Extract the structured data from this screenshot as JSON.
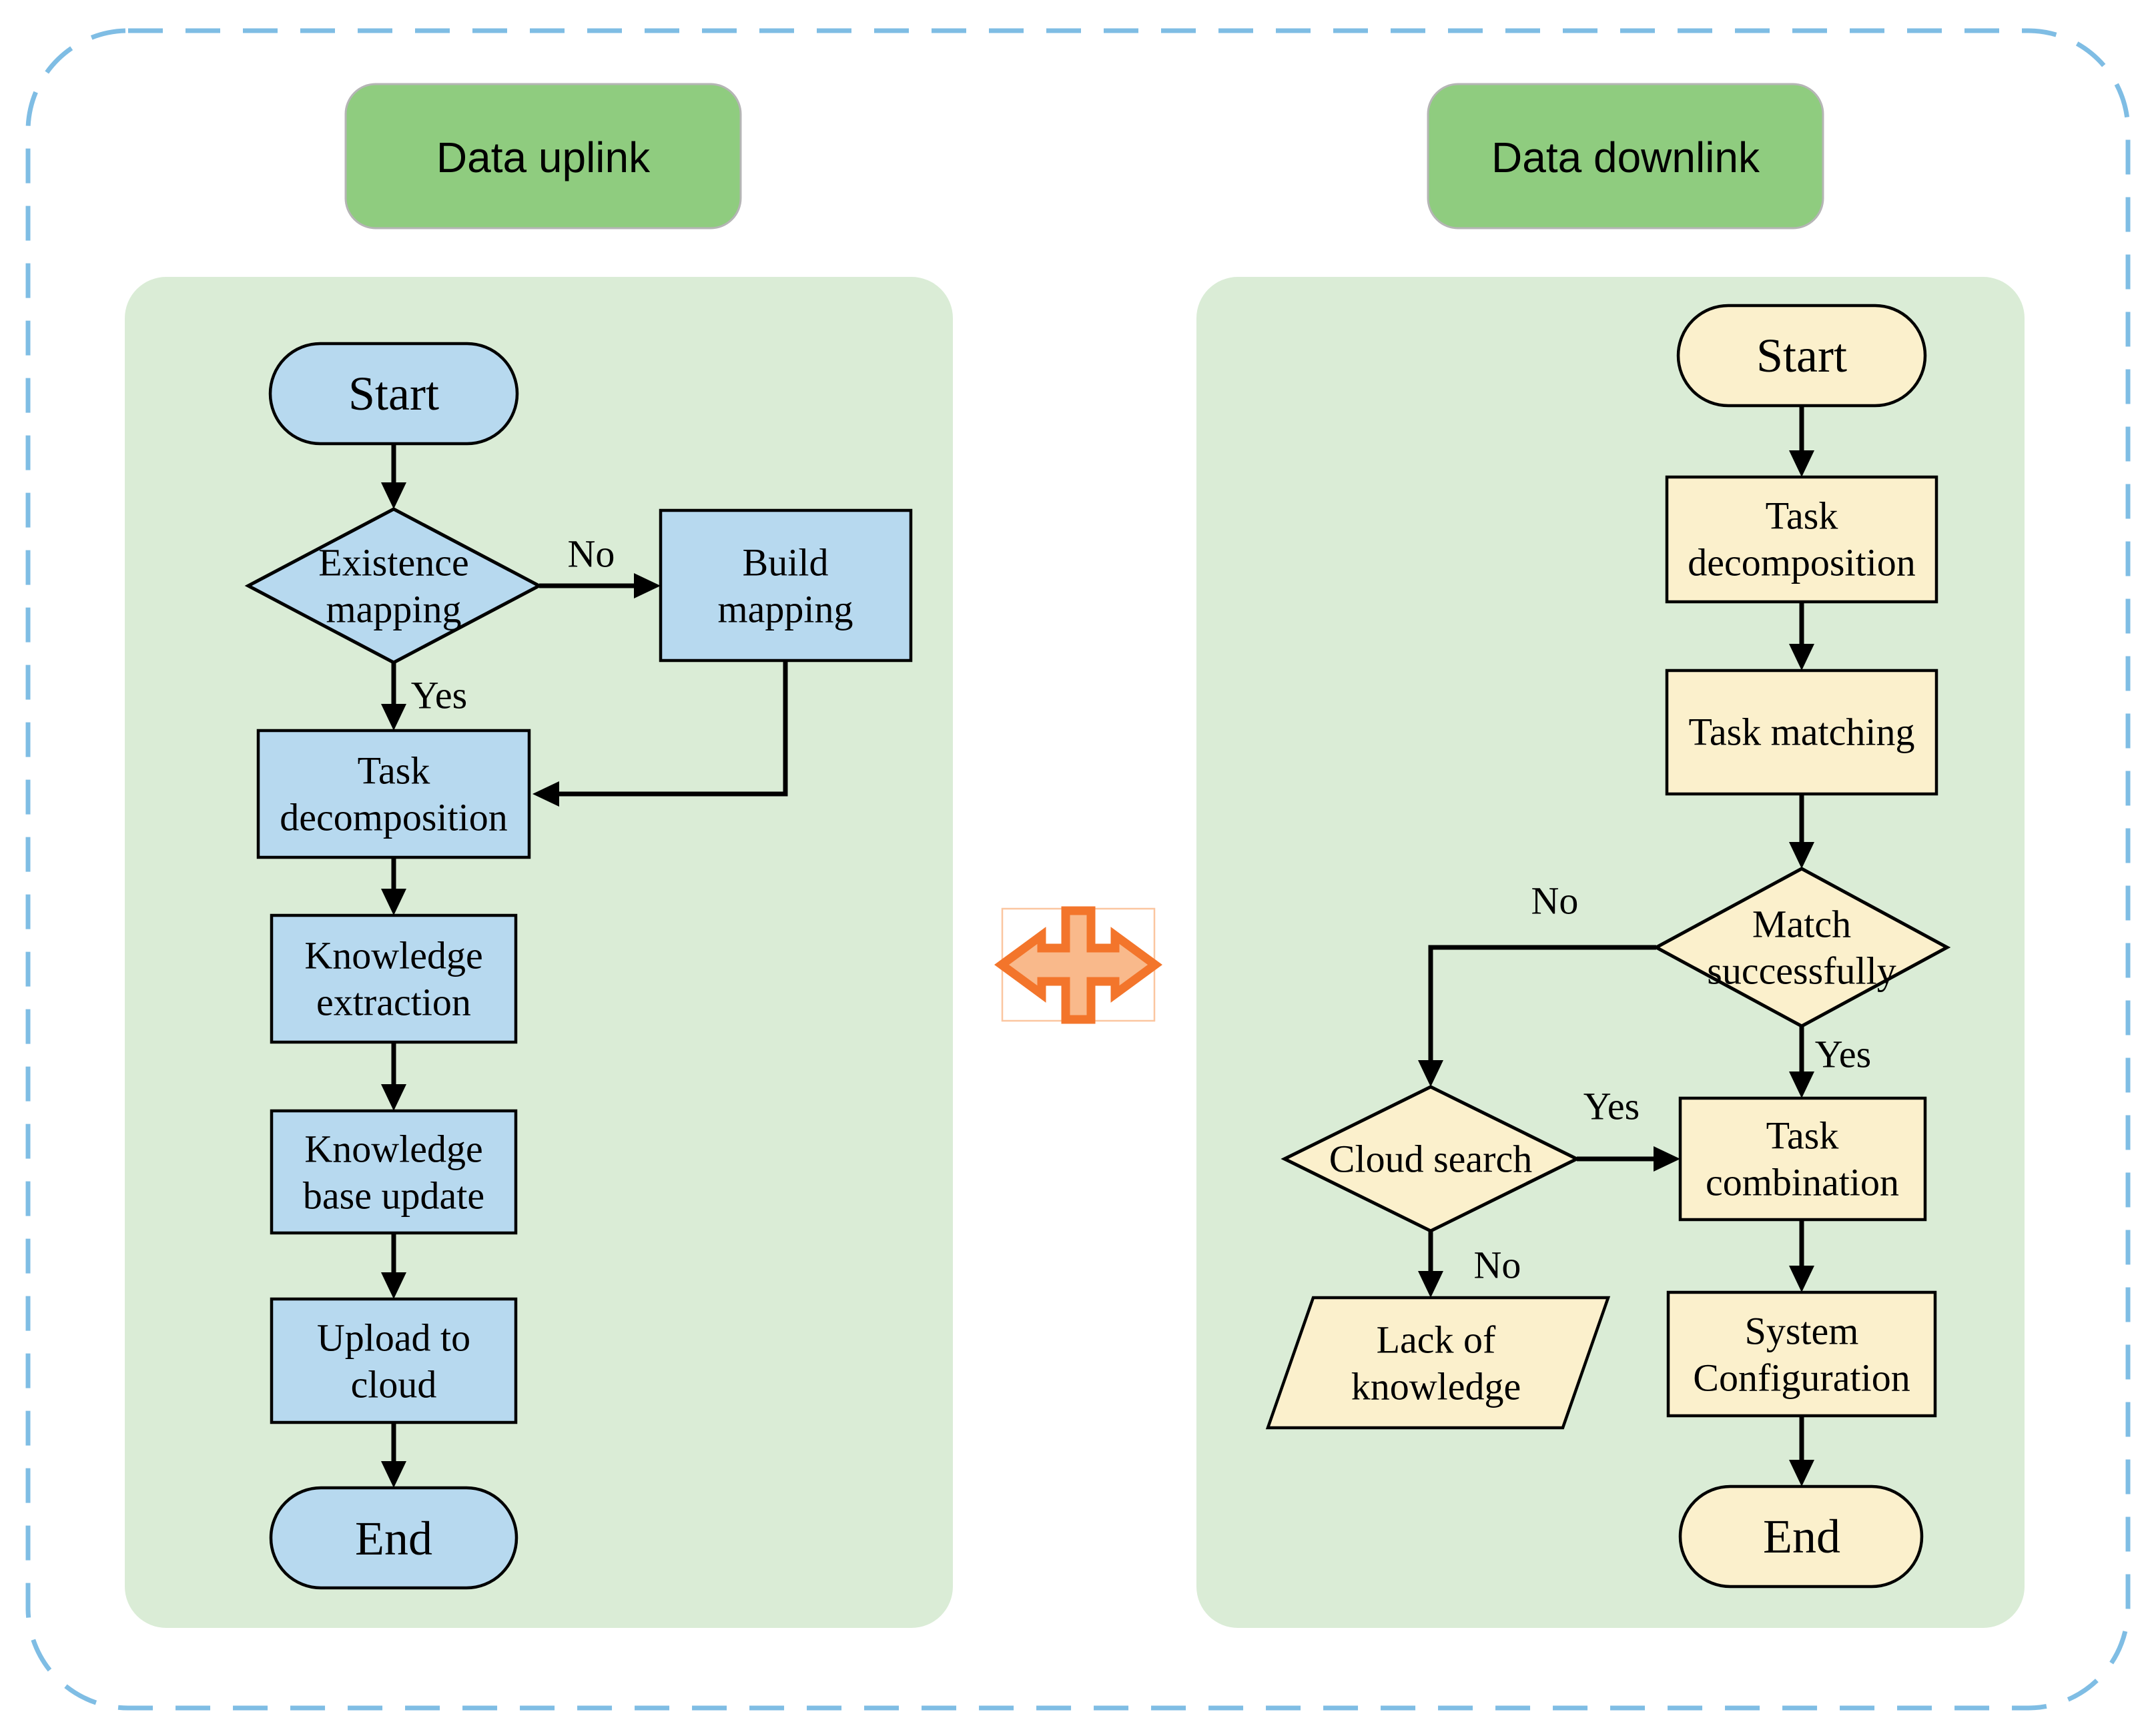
{
  "figure": {
    "type": "flowchart-pair",
    "headers": {
      "uplink": "Data uplink",
      "downlink": "Data downlink"
    },
    "uplink": {
      "start": "Start",
      "existence_mapping": [
        "Existence",
        "mapping"
      ],
      "build_mapping": [
        "Build",
        "mapping"
      ],
      "task_decomposition": [
        "Task",
        "decomposition"
      ],
      "knowledge_extraction": [
        "Knowledge",
        "extraction"
      ],
      "knowledge_base_update": [
        "Knowledge",
        "base update"
      ],
      "upload_to_cloud": [
        "Upload to",
        "cloud"
      ],
      "end": "End",
      "labels": {
        "no": "No",
        "yes": "Yes"
      }
    },
    "downlink": {
      "start": "Start",
      "task_decomposition": [
        "Task",
        "decomposition"
      ],
      "task_matching": "Task matching",
      "match_successfully": [
        "Match",
        "successfully"
      ],
      "cloud_search": "Cloud search",
      "task_combination": [
        "Task",
        "combination"
      ],
      "lack_of_knowledge": [
        "Lack of",
        "knowledge"
      ],
      "system_configuration": [
        "System",
        "Configuration"
      ],
      "end": "End",
      "labels": {
        "match_no": "No",
        "match_yes": "Yes",
        "cloud_yes": "Yes",
        "cloud_no": "No"
      }
    }
  },
  "colors": {
    "border_dash": "#7fbde4",
    "header_fill": "#8fcc7f",
    "panel_fill": "#daecd6",
    "uplink_node_fill": "#b7d9ef",
    "downlink_node_fill": "#fbf0cc",
    "stroke": "#000000",
    "sync_arrow_fill": "#f9b98b",
    "sync_arrow_stroke": "#f3752b"
  }
}
